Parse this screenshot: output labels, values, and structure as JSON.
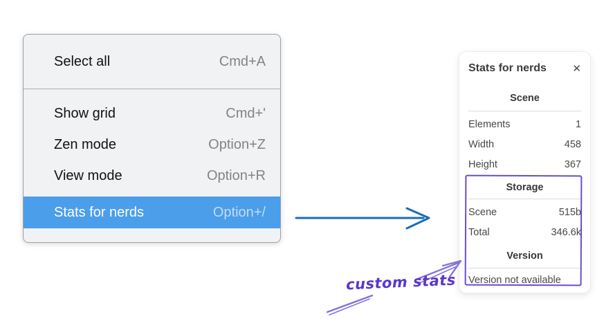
{
  "colors": {
    "highlight-blue": "#4a9eea",
    "arrow-blue": "#1b6cb5",
    "annotation-purple": "#5b36cd",
    "annotation-light": "#8572db"
  },
  "menu": {
    "groups": [
      {
        "items": [
          {
            "label": "Select all",
            "shortcut": "Cmd+A"
          }
        ]
      },
      {
        "items": [
          {
            "label": "Show grid",
            "shortcut": "Cmd+'"
          },
          {
            "label": "Zen mode",
            "shortcut": "Option+Z"
          },
          {
            "label": "View mode",
            "shortcut": "Option+R"
          },
          {
            "label": "Stats for nerds",
            "shortcut": "Option+/",
            "state": "highlighted"
          }
        ]
      }
    ]
  },
  "stats_panel": {
    "title": "Stats for nerds",
    "close_glyph": "✕",
    "scene_section": {
      "heading": "Scene",
      "rows": [
        {
          "label": "Elements",
          "value": "1"
        },
        {
          "label": "Width",
          "value": "458"
        },
        {
          "label": "Height",
          "value": "367"
        }
      ]
    },
    "storage_section": {
      "heading": "Storage",
      "rows": [
        {
          "label": "Scene",
          "value": "515b"
        },
        {
          "label": "Total",
          "value": "346.6k"
        }
      ]
    },
    "version_section": {
      "heading": "Version",
      "note": "Version not available"
    }
  },
  "annotation": {
    "label": "custom stats"
  }
}
